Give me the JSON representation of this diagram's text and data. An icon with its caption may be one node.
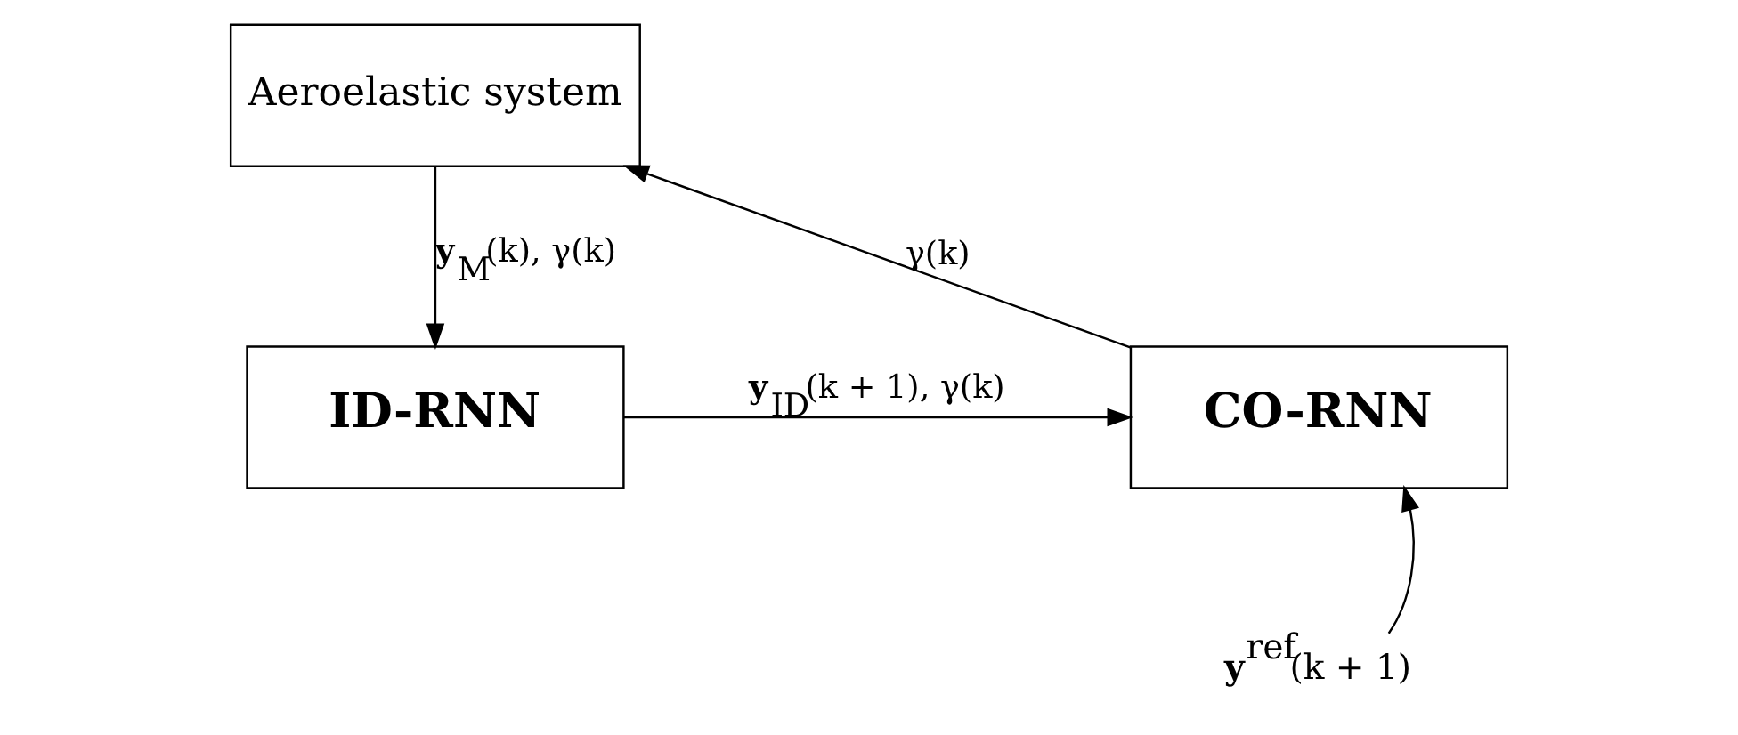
{
  "diagram": {
    "nodes": [
      {
        "text": [
          "Aeroelastic system"
        ]
      },
      {
        "text": [
          "CO-RNN"
        ]
      },
      {
        "text": [
          "ID-RNN"
        ]
      },
      {
        "text": [
          "**y**$^{ref}$(k + 1)"
        ]
      }
    ],
    "edges": [
      {
        "from": 1,
        "to": 0,
        "arrow": "to",
        "label": "γ(k)"
      },
      {
        "from": 0,
        "to": 2,
        "arrow": "to",
        "label": "**y**$_{M}$(k), γ(k)"
      },
      {
        "from": 2,
        "to": 1,
        "arrow": "to",
        "label": "**y**$_{ID}$(k + 1), γ(k)"
      },
      {
        "from": 3,
        "to": 1,
        "arrow": "to"
      }
    ]
  }
}
